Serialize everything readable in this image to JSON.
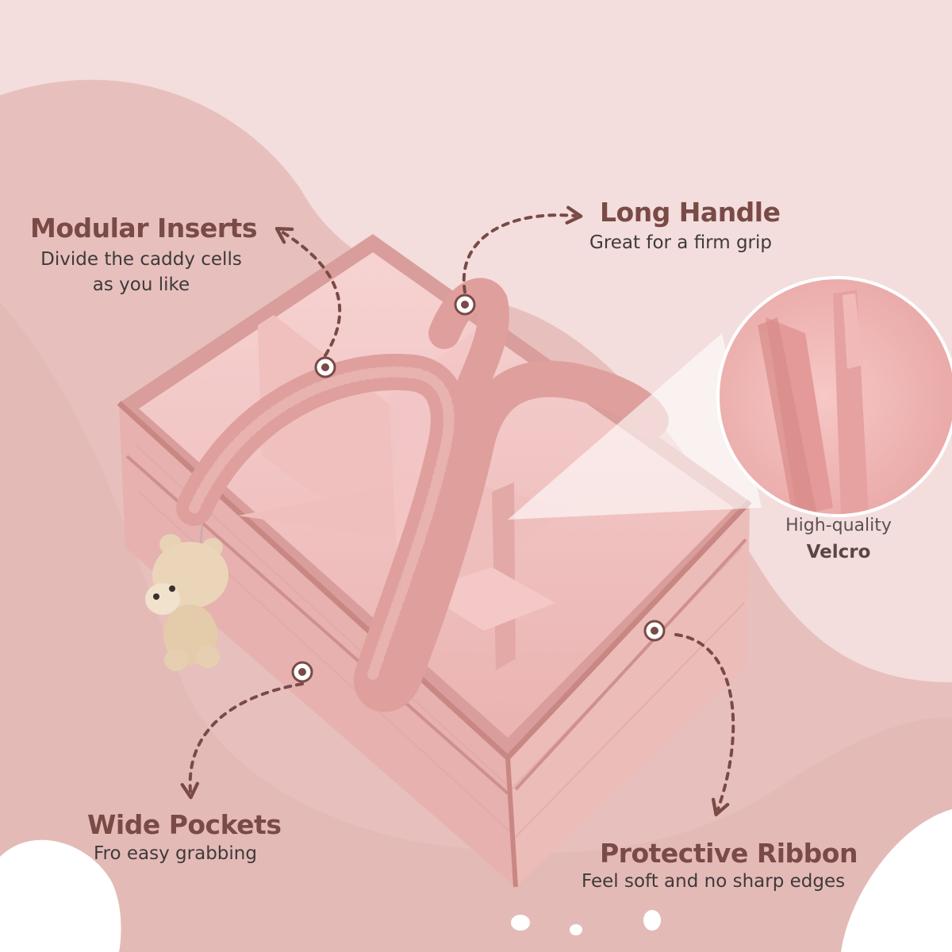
{
  "features": {
    "modular": {
      "title": "Modular Inserts",
      "line1": "Divide the caddy cells",
      "line2": "as you like"
    },
    "handle": {
      "title": "Long Handle",
      "subtitle": "Great for a firm grip"
    },
    "velcro": {
      "line1": "High-quality",
      "line2": "Velcro"
    },
    "pockets": {
      "title": "Wide Pockets",
      "subtitle": "Fro easy grabbing"
    },
    "ribbon": {
      "title": "Protective Ribbon",
      "subtitle": "Feel soft and no sharp edges"
    }
  },
  "colors": {
    "background_light": "#f3dedd",
    "background_wave": "#e4bcb8",
    "accent_brown": "#7a4a46",
    "caddy_pink": "#e9b4b2",
    "caddy_inner": "#f4c9c8",
    "bear_tan": "#e6cfb0"
  },
  "icons": [
    "dashed-arrow-icon",
    "callout-dot-icon",
    "teddy-bear-icon"
  ]
}
